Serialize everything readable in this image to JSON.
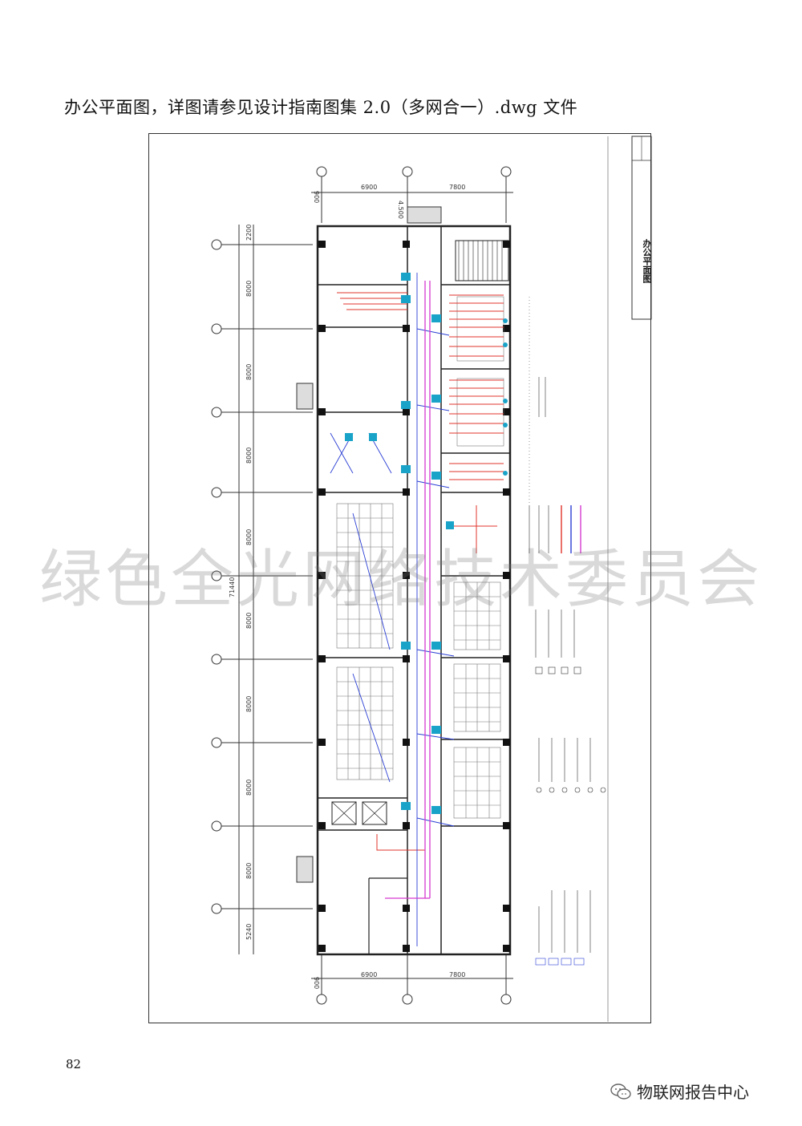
{
  "caption": "办公平面图，详图请参见设计指南图集 2.0（多网合一）.dwg 文件",
  "drawing": {
    "title_block_title": "办公平面图",
    "top_dims": [
      "900",
      "6900",
      "7800"
    ],
    "bottom_dims": [
      "900",
      "6900",
      "7800"
    ],
    "elevation_mark": "4.500",
    "left_dims": [
      "2200",
      "8000",
      "8000",
      "8000",
      "8000",
      "8000",
      "8000",
      "8000",
      "8000",
      "5240"
    ],
    "total_dim": "71440"
  },
  "watermark": "绿色全光网络技术委员会",
  "page_number": "82",
  "brand": {
    "icon": "wechat-icon",
    "name": "物联网报告中心"
  },
  "colors": {
    "red_cable": "#e0342c",
    "blue_cable": "#2b3fd4",
    "magenta_cable": "#d63ad0",
    "cyan_device": "#1aa3c8"
  }
}
